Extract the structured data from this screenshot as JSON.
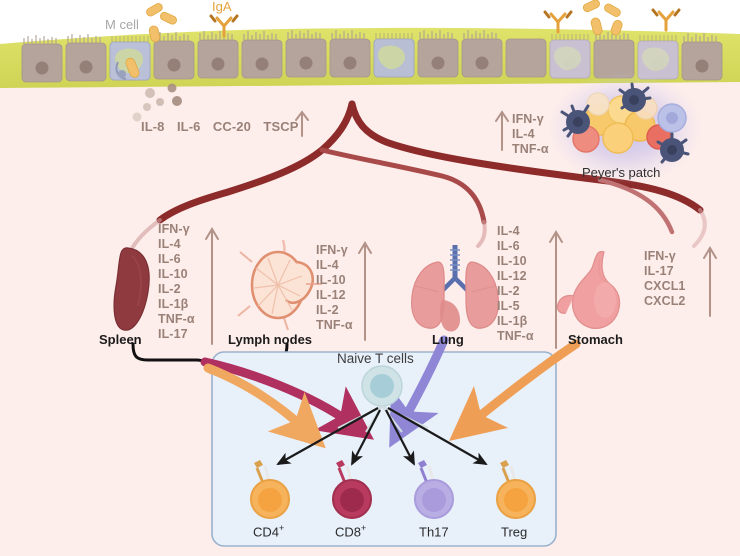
{
  "figure": {
    "background_color": "#fdeeeb",
    "panel_color": "#e8f0fa",
    "panel_border_color": "#9bb3cc"
  },
  "epithelium": {
    "mucus_color": "#d9dd62",
    "cell_color": "#b5a49c",
    "mcell_color": "#b9c0d8",
    "labels": {
      "m_cell": "M cell",
      "iga": "IgA"
    },
    "secreted_factors": {
      "items": [
        "IL-8",
        "IL-6",
        "CC-20",
        "TSCP"
      ],
      "direction": "up",
      "text_color": "#9a8178"
    }
  },
  "peyers_patch": {
    "label": "Peyer's patch",
    "cytokines": [
      "IFN-γ",
      "IL-4",
      "TNF-α"
    ],
    "direction": "up",
    "glow_color": "#b9b4e6"
  },
  "vessel": {
    "color": "#8d2b2b",
    "color_light": "#b85c5c"
  },
  "organs": [
    {
      "id": "spleen",
      "label": "Spleen",
      "color": "#8f3a3e",
      "cytokines": [
        "IFN-γ",
        "IL-4",
        "IL-6",
        "IL-10",
        "IL-2",
        "IL-1β",
        "TNF-α",
        "IL-17"
      ],
      "direction": "up"
    },
    {
      "id": "lymph-nodes",
      "label": "Lymph nodes",
      "color": "#f6d9cc",
      "cytokines": [
        "IFN-γ",
        "IL-4",
        "IL-10",
        "IL-12",
        "IL-2",
        "TNF-α"
      ],
      "direction": "up"
    },
    {
      "id": "lung",
      "label": "Lung",
      "color": "#e99c9c",
      "cytokines": [
        "IL-4",
        "IL-6",
        "IL-10",
        "IL-12",
        "IL-2",
        "IL-5",
        "IL-1β",
        "TNF-α"
      ],
      "direction": "up"
    },
    {
      "id": "stomach",
      "label": "Stomach",
      "color": "#f0a0a0",
      "cytokines": [
        "IFN-γ",
        "IL-17",
        "CXCL1",
        "CXCL2"
      ],
      "direction": "up"
    }
  ],
  "differentiation_panel": {
    "source_label": "Naive T cells",
    "source_color": "#aecfd8",
    "targets": [
      {
        "id": "cd4",
        "label": "CD4",
        "sup": "+",
        "color": "#f6b35c",
        "inner": "#f5a340"
      },
      {
        "id": "cd8",
        "label": "CD8",
        "sup": "+",
        "color": "#b83a5e",
        "inner": "#9e2b4d"
      },
      {
        "id": "th17",
        "label": "Th17",
        "sup": "",
        "color": "#b9aee4",
        "inner": "#a99bdc"
      },
      {
        "id": "treg",
        "label": "Treg",
        "sup": "",
        "color": "#f6b35c",
        "inner": "#f5a340"
      }
    ],
    "inbound_arrow_colors": {
      "spleen_lymph_crimson": "#b03060",
      "spleen_lymph_orange": "#f0a860",
      "lung_purple": "#8f86d6",
      "stomach_orange": "#ef9f55"
    }
  }
}
